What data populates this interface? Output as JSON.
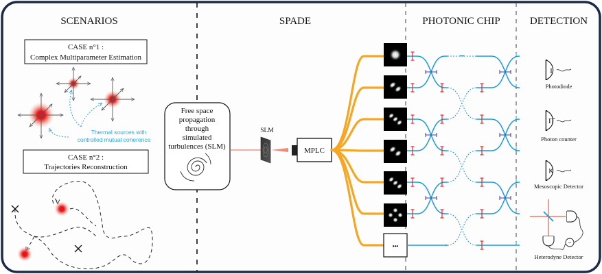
{
  "sections": {
    "scenarios": "SCENARIOS",
    "spade": "SPADE",
    "photonic_chip": "PHOTONIC CHIP",
    "detection": "DETECTION"
  },
  "scenarios": {
    "case1": {
      "line1": "CASE n°1 :",
      "line2": "Complex Multiparameter Estimation"
    },
    "case2": {
      "line1": "CASE n°2 :",
      "line2": "Trajectories Reconstruction"
    },
    "thermal_label": {
      "line1": "Thermal sources with",
      "line2": "controlled mutual coherence"
    }
  },
  "spade": {
    "turbulence_box": [
      "Free space",
      "propagation",
      "through",
      "simulated",
      "turbulences (SLM)"
    ],
    "slm_label": "SLM",
    "mplc_label": "MPLC",
    "more_modes_label": "•••"
  },
  "photonic_chip": {
    "ellipsis": "•••"
  },
  "detection": {
    "detectors": [
      {
        "name": "Photodiode",
        "symbol": "I"
      },
      {
        "name": "Photon counter",
        "symbol": "Π̂"
      },
      {
        "name": "Mesoscopic Detector",
        "symbol": "K"
      },
      {
        "name": "Heterodyne Detector",
        "symbol": "−"
      }
    ]
  },
  "colors": {
    "border": "#1c2b4a",
    "fiber": "#f5a623",
    "waveguide": "#1a9ad6",
    "phase_shifter": "#e0262f",
    "beam_splitter": "#3b3b9a",
    "laser": "#e8604a",
    "source": "#e8141c",
    "thermal_label": "#29a8e0"
  }
}
